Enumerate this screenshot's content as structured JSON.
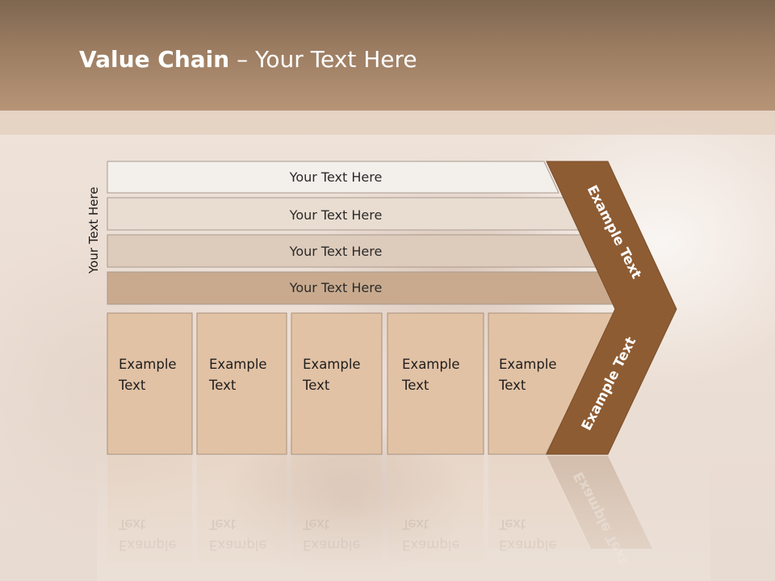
{
  "header": {
    "title_bold": "Value Chain",
    "title_rest": " – Your Text Here"
  },
  "diagram": {
    "side_label": "Your Text Here",
    "bars": [
      "Your Text Here",
      "Your Text Here",
      "Your Text Here",
      "Your Text Here"
    ],
    "bar_colors": [
      "#f3efeb",
      "#e9ddd1",
      "#ddcbbb",
      "#c9aa8e"
    ],
    "boxes": [
      {
        "line1": "Example",
        "line2": "Text"
      },
      {
        "line1": "Example",
        "line2": "Text"
      },
      {
        "line1": "Example",
        "line2": "Text"
      },
      {
        "line1": "Example",
        "line2": "Text"
      },
      {
        "line1": "Example",
        "line2": "Text"
      }
    ],
    "box_color": "#e2c2a5",
    "chevron_color": "#8e5c33",
    "chevron_upper_label": "Example Text",
    "chevron_lower_label": "Example Text"
  }
}
